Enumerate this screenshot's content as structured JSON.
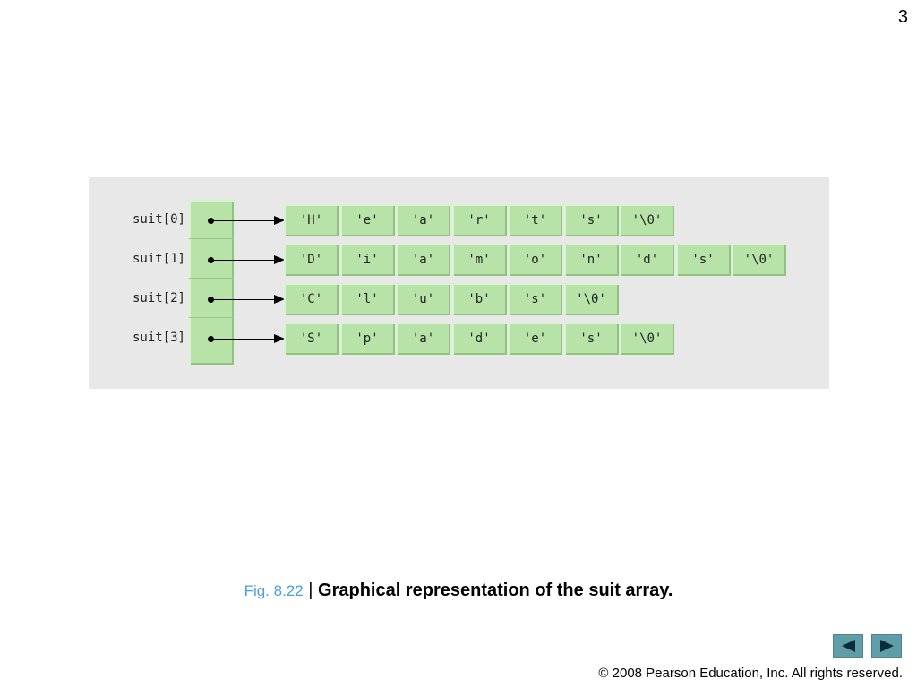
{
  "page_number": "3",
  "diagram": {
    "rows": [
      {
        "label": "suit[0]",
        "chars": [
          "'H'",
          "'e'",
          "'a'",
          "'r'",
          "'t'",
          "'s'",
          "'\\0'"
        ]
      },
      {
        "label": "suit[1]",
        "chars": [
          "'D'",
          "'i'",
          "'a'",
          "'m'",
          "'o'",
          "'n'",
          "'d'",
          "'s'",
          "'\\0'"
        ]
      },
      {
        "label": "suit[2]",
        "chars": [
          "'C'",
          "'l'",
          "'u'",
          "'b'",
          "'s'",
          "'\\0'"
        ]
      },
      {
        "label": "suit[3]",
        "chars": [
          "'S'",
          "'p'",
          "'a'",
          "'d'",
          "'e'",
          "'s'",
          "'\\0'"
        ]
      }
    ]
  },
  "caption": {
    "fig": "Fig. 8.22",
    "separator": " | ",
    "text": "Graphical representation of the suit array."
  },
  "nav": {
    "prev_icon": "triangle-left-icon",
    "next_icon": "triangle-right-icon"
  },
  "colors": {
    "cell_fill": "#b7e3a8",
    "panel_bg": "#e8e8e8",
    "caption_fig": "#4a9fe0",
    "nav_button": "#5f9ea8"
  },
  "copyright": "© 2008 Pearson Education, Inc.  All rights reserved."
}
